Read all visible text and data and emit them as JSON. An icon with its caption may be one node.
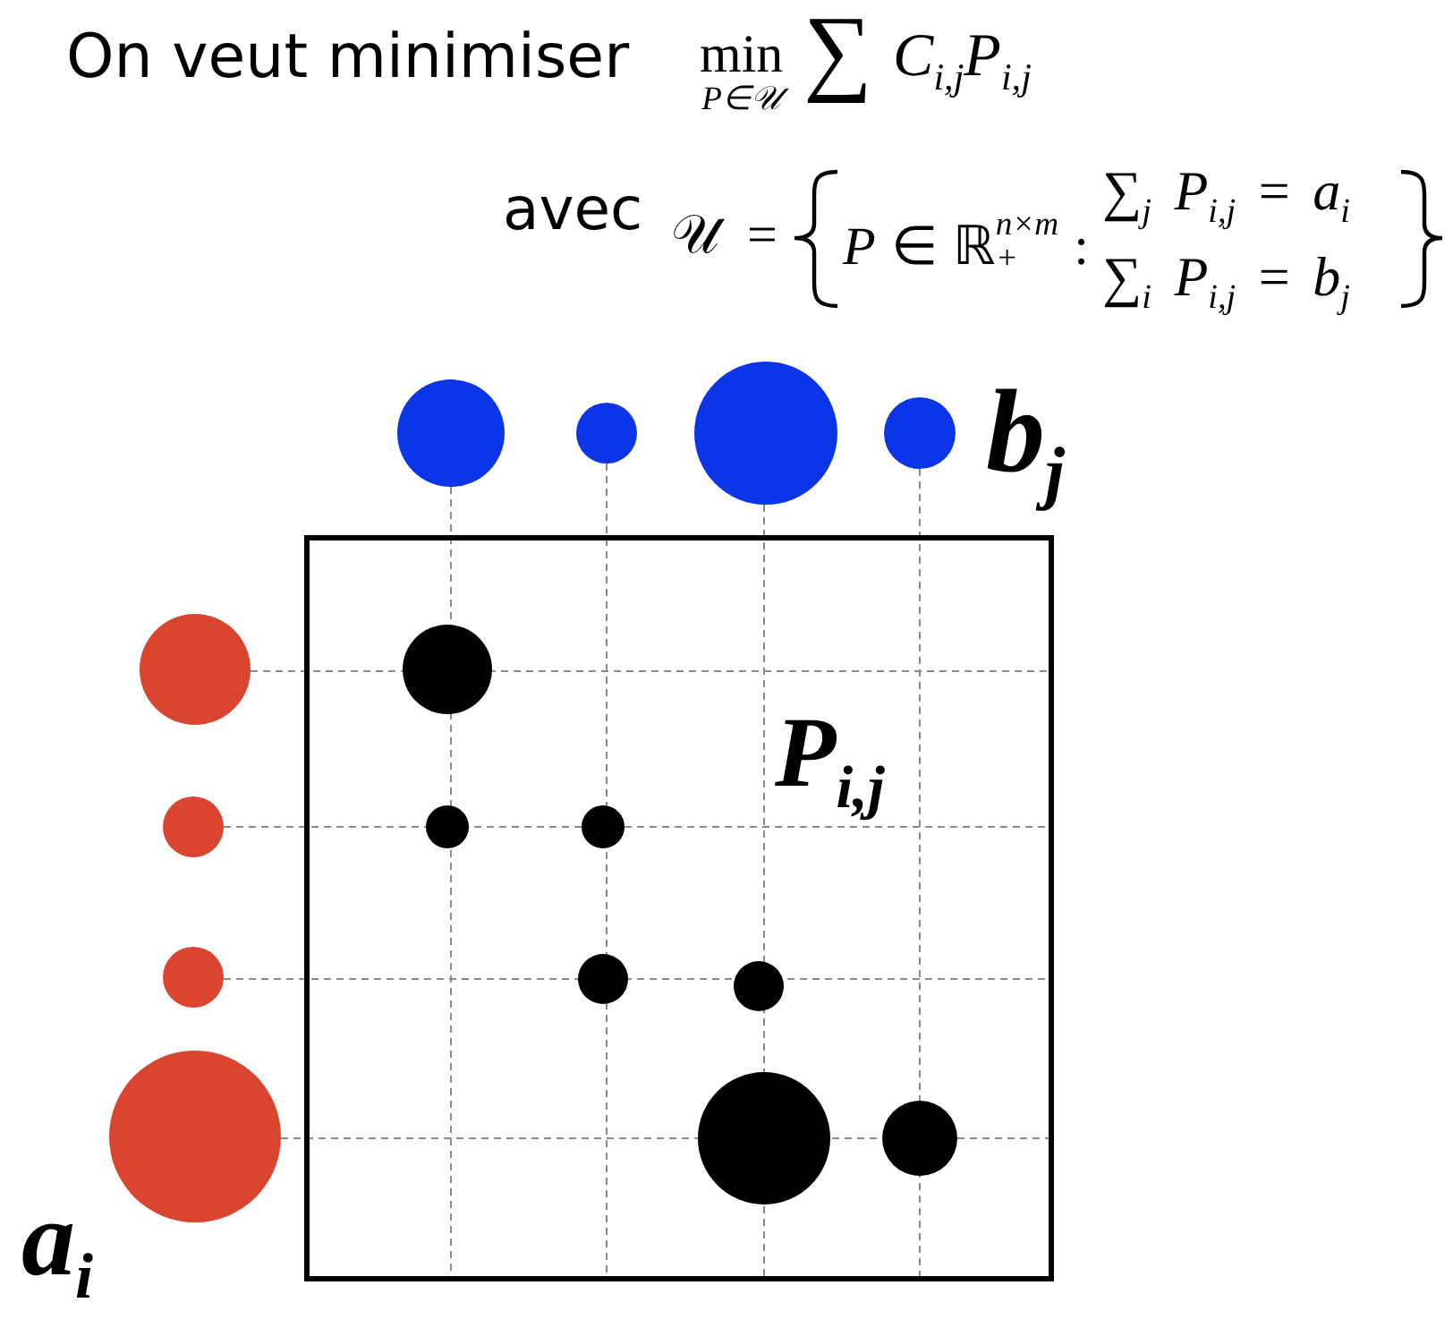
{
  "diagram": {
    "nodes": [
      {
        "text": [],
        "shape": "circle"
      },
      {
        "text": [],
        "shape": "circle"
      },
      {
        "text": [],
        "shape": "circle"
      },
      {
        "text": [],
        "shape": "circle"
      },
      {
        "text": [
          "P$_{i,j}$"
        ]
      },
      {
        "text": [],
        "shape": "circle",
        "in": 4
      },
      {
        "text": [],
        "shape": "circle",
        "in": 4
      },
      {
        "text": [],
        "shape": "circle",
        "in": 4
      },
      {
        "text": [],
        "shape": "circle",
        "in": 4
      },
      {
        "text": [],
        "shape": "circle",
        "in": 4
      },
      {
        "text": [],
        "shape": "circle",
        "in": 4
      },
      {
        "text": [],
        "shape": "circle",
        "in": 4
      },
      {
        "text": [],
        "shape": "circle"
      },
      {
        "text": [],
        "shape": "circle"
      },
      {
        "text": [],
        "shape": "circle"
      },
      {
        "text": [],
        "shape": "circle"
      }
    ],
    "labels": [
      "On veut minimiser",
      "min$_{P∈𝒰}$",
      "∑",
      "*C*$_{i,j}$*P*$_{i,j}$",
      "avec",
      "𝒰 =",
      "*P* ∈ ℝ$^{n×m}$$_{+}$ :",
      "∑$_{j}$ *P*$_{i,j}$ = *a*$_{i}$",
      "∑$_{i}$ *P*$_{i,j}$ = *b*$_{j}$",
      "b$_{j}$",
      "a$_{i}$"
    ]
  }
}
